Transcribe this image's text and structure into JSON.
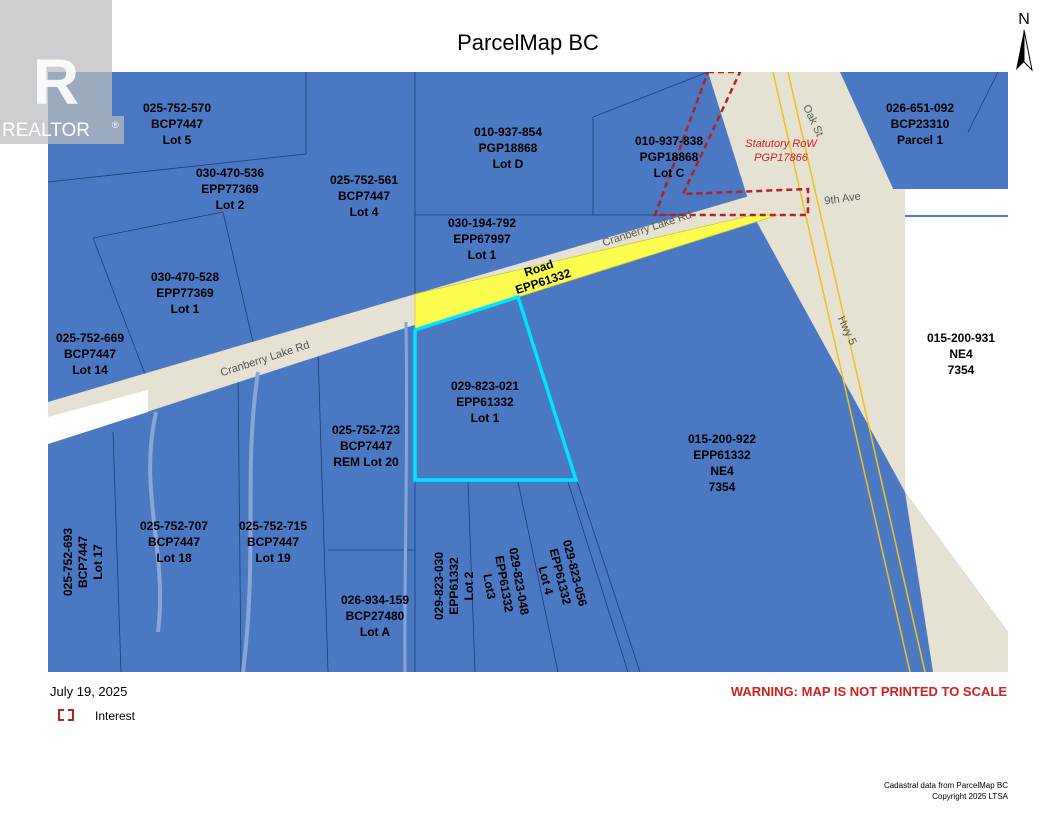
{
  "header": {
    "title": "ParcelMap BC",
    "north_label": "N"
  },
  "logo": {
    "text": "REALTOR",
    "mark": "®"
  },
  "map": {
    "parcels": [
      {
        "id": "025-752-570",
        "plan": "BCP7447",
        "lot": "Lot 5"
      },
      {
        "id": "030-470-536",
        "plan": "EPP77369",
        "lot": "Lot 2"
      },
      {
        "id": "025-752-561",
        "plan": "BCP7447",
        "lot": "Lot 4"
      },
      {
        "id": "010-937-854",
        "plan": "PGP18868",
        "lot": "Lot D"
      },
      {
        "id": "010-937-838",
        "plan": "PGP18868",
        "lot": "Lot C"
      },
      {
        "id": "026-651-092",
        "plan": "BCP23310",
        "lot": "Parcel 1"
      },
      {
        "id": "030-194-792",
        "plan": "EPP67997",
        "lot": "Lot 1"
      },
      {
        "id": "030-470-528",
        "plan": "EPP77369",
        "lot": "Lot 1"
      },
      {
        "id": "025-752-669",
        "plan": "BCP7447",
        "lot": "Lot 14"
      },
      {
        "id": "029-823-021",
        "plan": "EPP61332",
        "lot": "Lot 1"
      },
      {
        "id": "025-752-723",
        "plan": "BCP7447",
        "lot": "REM Lot 20"
      },
      {
        "id": "015-200-922",
        "plan": "EPP61332",
        "lot": "NE4",
        "extra": "7354"
      },
      {
        "id": "015-200-931",
        "plan": "NE4",
        "lot": "7354"
      },
      {
        "id": "025-752-707",
        "plan": "BCP7447",
        "lot": "Lot 18"
      },
      {
        "id": "025-752-715",
        "plan": "BCP7447",
        "lot": "Lot 19"
      },
      {
        "id": "026-934-159",
        "plan": "BCP27480",
        "lot": "Lot A"
      },
      {
        "id": "025-752-693",
        "plan": "BCP7447",
        "lot": "Lot 17"
      },
      {
        "id": "029-823-030",
        "plan": "EPP61332",
        "lot": "Lot 2"
      },
      {
        "id": "029-823-048",
        "plan": "EPP61332",
        "lot": "Lot3"
      },
      {
        "id": "029-823-056",
        "plan": "EPP61332",
        "lot": "Lot 4"
      }
    ],
    "road_parcel": {
      "name": "Road",
      "plan": "EPP61332"
    },
    "row": {
      "title": "Statutory RoW",
      "plan": "PGP17866"
    },
    "streets": {
      "cranberry_west": "Cranberry Lake Rd",
      "cranberry_east": "Cranberry Lake Rd",
      "ninth_ave": "9th Ave",
      "hwy": "Hwy 5",
      "other": "Oak St"
    },
    "colors": {
      "parcel": "#4a78c2",
      "road_fill": "#e6e2d3",
      "highlight": "#fdfd50",
      "subject": "#00e5ff",
      "interest": "#b22222"
    }
  },
  "footer": {
    "date": "July 19, 2025",
    "legend_label": "Interest",
    "warning": "WARNING: MAP IS NOT PRINTED TO SCALE",
    "credit_1": "Cadastral data from ParcelMap BC",
    "credit_2": "Copyright 2025 LTSA"
  }
}
